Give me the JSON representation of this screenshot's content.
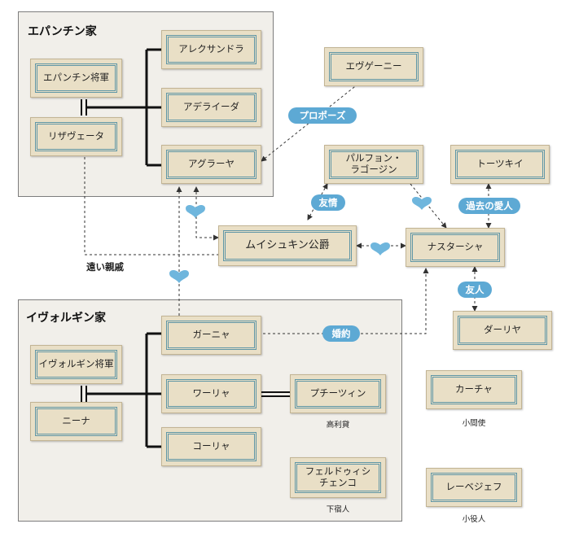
{
  "families": {
    "epanchin": {
      "title": "エパンチン家"
    },
    "ivolgin": {
      "title": "イヴォルギン家"
    }
  },
  "characters": {
    "epanchin_general": "エパンチン将軍",
    "lizaveta": "リザヴェータ",
    "alexandra": "アレクサンドラ",
    "adelaida": "アデライーダ",
    "aglaya": "アグラーヤ",
    "evgeny": "エヴゲーニー",
    "parfyon": "パルフョン・\nラゴージン",
    "totsky": "トーツキイ",
    "myshkin": "ムイシュキン公爵",
    "nastasya": "ナスターシャ",
    "darya": "ダーリヤ",
    "ganya": "ガーニャ",
    "ivolgin_general": "イヴォルギン将軍",
    "nina": "ニーナ",
    "varya": "ワーリャ",
    "ptitsyn": "プチーツィン",
    "kolya": "コーリャ",
    "ferdyshchenko": "フェルドゥィシ\nチェンコ",
    "katya": "カーチャ",
    "lebedev": "レーベジェフ"
  },
  "captions": {
    "ptitsyn": "高利貸",
    "ferdyshchenko": "下宿人",
    "katya": "小間使",
    "lebedev": "小役人"
  },
  "relations": {
    "proposal": "プロポーズ",
    "friendship": "友情",
    "past_lover": "過去の愛人",
    "friend": "友人",
    "engagement": "婚約",
    "distant_relative": "遠い親戚"
  },
  "colors": {
    "card_fill": "#e9dfc6",
    "card_frame": "#5f96a6",
    "pill": "#5da9d4",
    "heart": "#6fb6dd",
    "family_fill": "#f1efea"
  }
}
